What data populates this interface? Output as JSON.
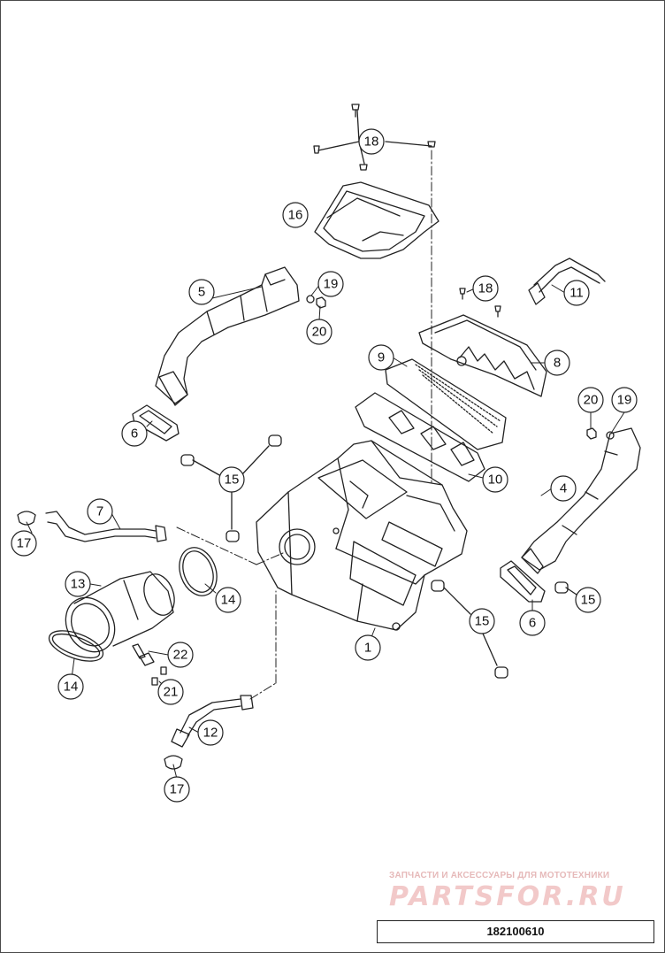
{
  "callouts": {
    "c18a": "18",
    "c16": "16",
    "c5": "5",
    "c19a": "19",
    "c20a": "20",
    "c18b": "18",
    "c11": "11",
    "c9": "9",
    "c8": "8",
    "c20b": "20",
    "c19b": "19",
    "c6a": "6",
    "c15a": "15",
    "c10": "10",
    "c4": "4",
    "c7": "7",
    "c17a": "17",
    "c13": "13",
    "c14a": "14",
    "c15b": "15",
    "c6b": "6",
    "c15c": "15",
    "c1": "1",
    "c14b": "14",
    "c22": "22",
    "c21": "21",
    "c12": "12",
    "c17b": "17"
  },
  "watermark": {
    "caption": "ЗАПЧАСТИ И АКСЕССУАРЫ ДЛЯ МОТОТЕХНИКИ",
    "logo": "PARTSFOR.RU"
  },
  "reference_number": "182100610"
}
